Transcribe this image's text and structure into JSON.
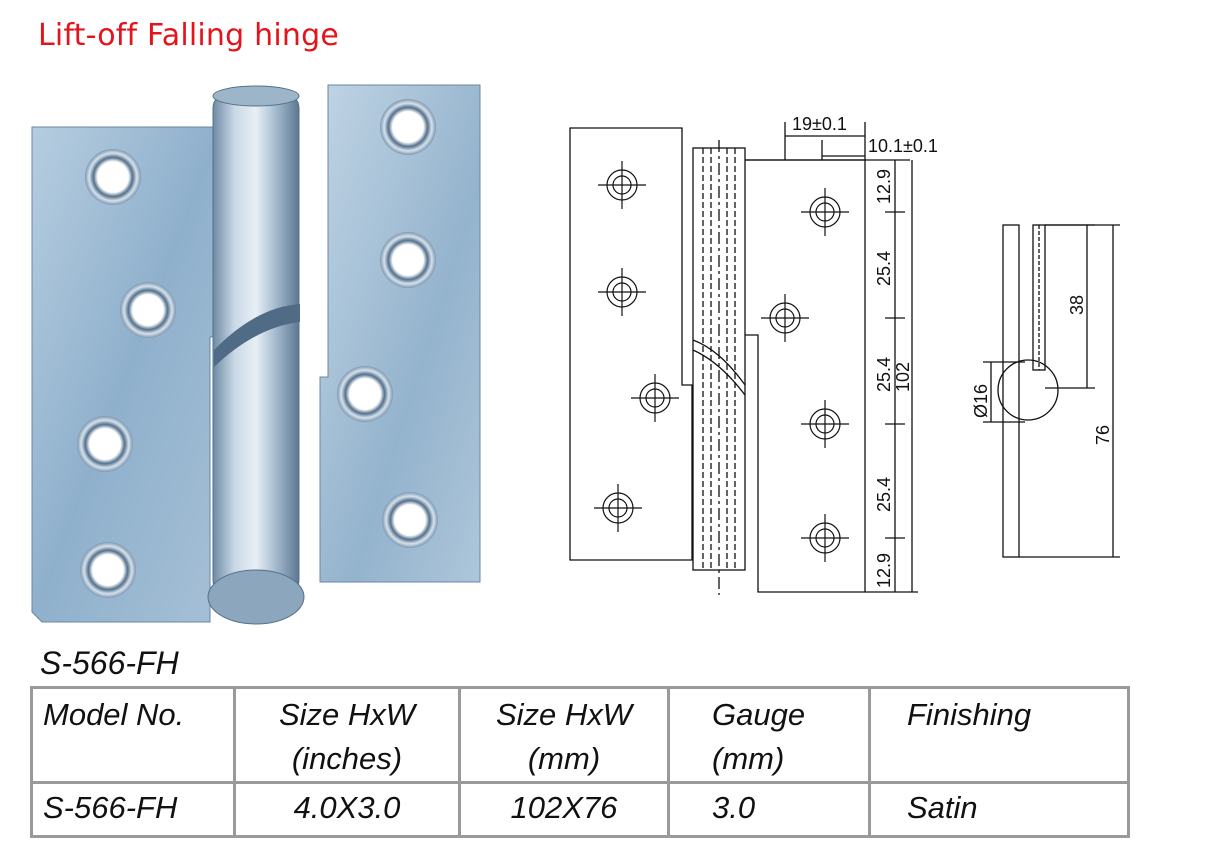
{
  "title": "Lift-off Falling hinge",
  "model_label": "S-566-FH",
  "drawing": {
    "dim_19": "19±0.1",
    "dim_10": "10.1±0.1",
    "dim_top": "12.9",
    "dim_s1": "25.4",
    "dim_s2": "25.4",
    "dim_s3": "25.4",
    "dim_bottom": "12.9",
    "dim_total": "102"
  },
  "side_view": {
    "dim_38": "38",
    "dim_76": "76",
    "dim_dia": "Ø16"
  },
  "table": {
    "headers": [
      {
        "l1": "Model No.",
        "l2": ""
      },
      {
        "l1": "Size HxW",
        "l2": "(inches)"
      },
      {
        "l1": "Size HxW",
        "l2": "(mm)"
      },
      {
        "l1": "Gauge",
        "l2": "(mm)"
      },
      {
        "l1": "Finishing",
        "l2": ""
      }
    ],
    "rows": [
      [
        "S-566-FH",
        "4.0X3.0",
        "102X76",
        "3.0",
        "Satin"
      ]
    ]
  }
}
